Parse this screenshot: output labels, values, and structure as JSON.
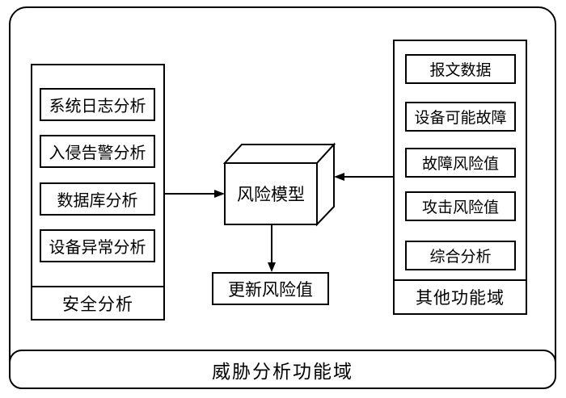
{
  "diagram": {
    "title_bar": {
      "label": "威胁分析功能域"
    },
    "left_panel": {
      "label": "安全分析",
      "items": [
        "系统日志分析",
        "入侵告警分析",
        "数据库分析",
        "设备异常分析"
      ]
    },
    "right_panel": {
      "label": "其他功能域",
      "items": [
        "报文数据",
        "设备可能故障",
        "故障风险值",
        "攻击风险值",
        "综合分析"
      ]
    },
    "center": {
      "model_label": "风险模型",
      "output_label": "更新风险值"
    },
    "connections": [
      {
        "from": "安全分析",
        "to": "风险模型",
        "direction": "right"
      },
      {
        "from": "其他功能域",
        "to": "风险模型",
        "direction": "left"
      },
      {
        "from": "风险模型",
        "to": "更新风险值",
        "direction": "down"
      }
    ],
    "colors": {
      "line": "#000000",
      "background": "#ffffff"
    }
  }
}
